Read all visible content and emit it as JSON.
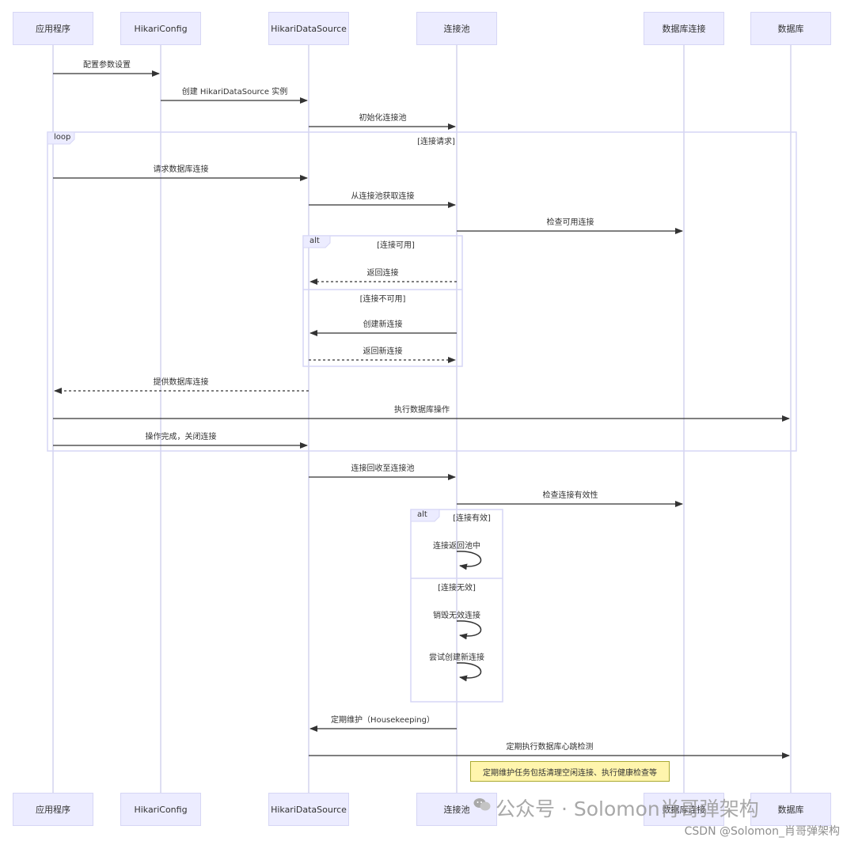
{
  "actors": [
    {
      "id": "app",
      "name": "应用程序"
    },
    {
      "id": "cfg",
      "name": "HikariConfig"
    },
    {
      "id": "ds",
      "name": "HikariDataSource"
    },
    {
      "id": "pool",
      "name": "连接池"
    },
    {
      "id": "conn",
      "name": "数据库连接"
    },
    {
      "id": "db",
      "name": "数据库"
    }
  ],
  "messages": [
    {
      "from": "app",
      "to": "cfg",
      "text": "配置参数设置",
      "style": "solid"
    },
    {
      "from": "cfg",
      "to": "ds",
      "text": "创建 HikariDataSource 实例",
      "style": "solid"
    },
    {
      "from": "ds",
      "to": "pool",
      "text": "初始化连接池",
      "style": "solid"
    },
    {
      "from": "app",
      "to": "ds",
      "text": "请求数据库连接",
      "style": "solid"
    },
    {
      "from": "ds",
      "to": "pool",
      "text": "从连接池获取连接",
      "style": "solid"
    },
    {
      "from": "pool",
      "to": "conn",
      "text": "检查可用连接",
      "style": "solid"
    },
    {
      "from": "pool",
      "to": "ds",
      "text": "返回连接",
      "style": "dashed"
    },
    {
      "from": "pool",
      "to": "ds",
      "text": "创建新连接",
      "style": "solid"
    },
    {
      "from": "ds",
      "to": "pool",
      "text": "返回新连接",
      "style": "dashed"
    },
    {
      "from": "ds",
      "to": "app",
      "text": "提供数据库连接",
      "style": "dashed"
    },
    {
      "from": "app",
      "to": "db",
      "text": "执行数据库操作",
      "style": "solid"
    },
    {
      "from": "app",
      "to": "ds",
      "text": "操作完成，关闭连接",
      "style": "solid"
    },
    {
      "from": "ds",
      "to": "pool",
      "text": "连接回收至连接池",
      "style": "solid"
    },
    {
      "from": "pool",
      "to": "conn",
      "text": "检查连接有效性",
      "style": "solid"
    },
    {
      "from": "pool",
      "to": "pool",
      "text": "连接返回池中",
      "style": "self"
    },
    {
      "from": "pool",
      "to": "pool",
      "text": "销毁无效连接",
      "style": "self"
    },
    {
      "from": "pool",
      "to": "pool",
      "text": "尝试创建新连接",
      "style": "self"
    },
    {
      "from": "pool",
      "to": "ds",
      "text": "定期维护（Housekeeping）",
      "style": "solid"
    },
    {
      "from": "ds",
      "to": "db",
      "text": "定期执行数据库心跳检测",
      "style": "solid"
    }
  ],
  "frames": [
    {
      "kind": "loop",
      "condition": "[连接请求]"
    },
    {
      "kind": "alt",
      "condition": "[连接可用]",
      "else_condition": "[连接不可用]"
    },
    {
      "kind": "alt",
      "condition": "[连接有效]",
      "else_condition": "[连接无效]"
    }
  ],
  "note": {
    "text": "定期维护任务包括清理空闲连接、执行健康检查等"
  },
  "watermarks": {
    "primary": "公众号 · Solomon肖哥弹架构",
    "secondary": "CSDN @Solomon_肖哥弹架构"
  },
  "colors": {
    "actor_fill": "#ececff",
    "actor_border": "#d6d6f5",
    "lifeline": "#c8c8e8",
    "arrow": "#333333",
    "frame": "#d6d6f5",
    "note_fill": "#fff5ad"
  }
}
